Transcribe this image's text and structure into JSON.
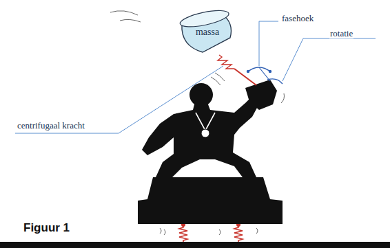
{
  "diagram": {
    "caption": "Figuur 1",
    "nodes": [
      {
        "text": [
          "massa"
        ]
      }
    ],
    "labels": [
      "fasehoek",
      "rotatie",
      "centrifugaal kracht"
    ]
  }
}
